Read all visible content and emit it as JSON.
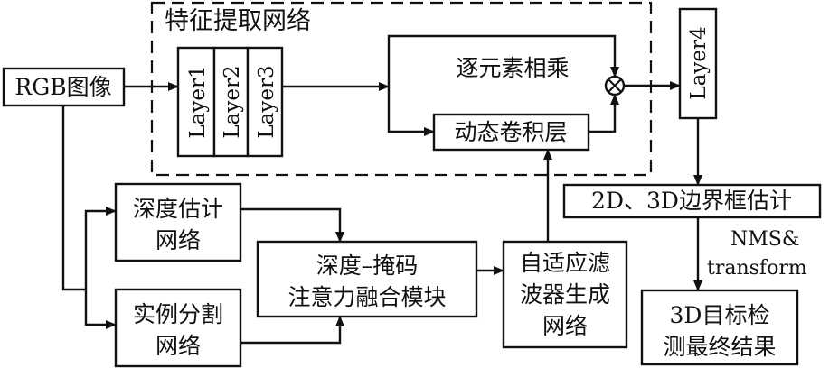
{
  "diagram": {
    "group_title": "特征提取网络",
    "rgb_input": "RGB图像",
    "layer1": "Layer1",
    "layer2": "Layer2",
    "layer3": "Layer3",
    "elementwise_multiply": "逐元素相乘",
    "dynamic_conv": "动态卷积层",
    "layer4": "Layer4",
    "bbox_estimation": "2D、3D边界框估计",
    "nms_line1": "NMS&",
    "nms_line2": "transform",
    "final_result_line1": "3D目标检",
    "final_result_line2": "测最终结果",
    "depth_net_line1": "深度估计",
    "depth_net_line2": "网络",
    "instance_seg_line1": "实例分割",
    "instance_seg_line2": "网络",
    "fusion_line1": "深度–掩码",
    "fusion_line2": "注意力融合模块",
    "adaptive_line1": "自适应滤",
    "adaptive_line2": "波器生成",
    "adaptive_line3": "网络"
  }
}
